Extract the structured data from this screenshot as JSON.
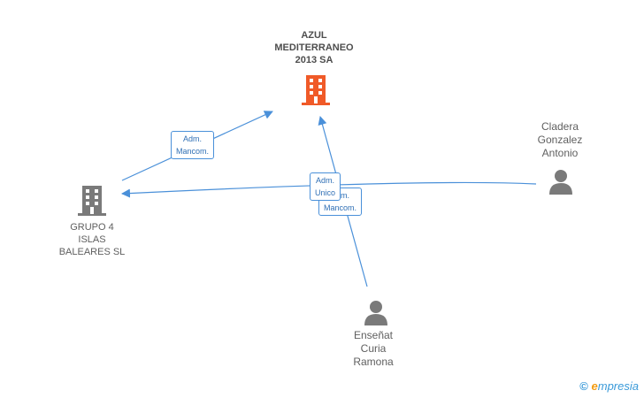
{
  "nodes": {
    "azul": {
      "lines": [
        "AZUL",
        "MEDITERRANEO",
        "2013 SA"
      ],
      "color": "#f05a28"
    },
    "grupo4": {
      "lines": [
        "GRUPO 4",
        "ISLAS",
        "BALEARES SL"
      ],
      "color": "#7a7a7a"
    },
    "cladera": {
      "lines": [
        "Cladera",
        "Gonzalez",
        "Antonio"
      ],
      "color": "#7a7a7a"
    },
    "ensenat": {
      "lines": [
        "Enseñat",
        "Curia",
        "Ramona"
      ],
      "color": "#7a7a7a"
    }
  },
  "edges": {
    "grupo4_to_azul": {
      "lines": [
        "Adm.",
        "Mancom."
      ]
    },
    "ensenat_to_azul": {
      "lines": [
        "Adm.",
        "Unico"
      ]
    },
    "cladera_to_grupo4": {
      "lines": [
        "Adm.",
        "Mancom."
      ]
    }
  },
  "colors": {
    "edge": "#4a90d9",
    "edge_text": "#2f6fb5"
  },
  "footer": {
    "copyright": "©",
    "brand_initial": "e",
    "brand_rest": "mpresia"
  }
}
